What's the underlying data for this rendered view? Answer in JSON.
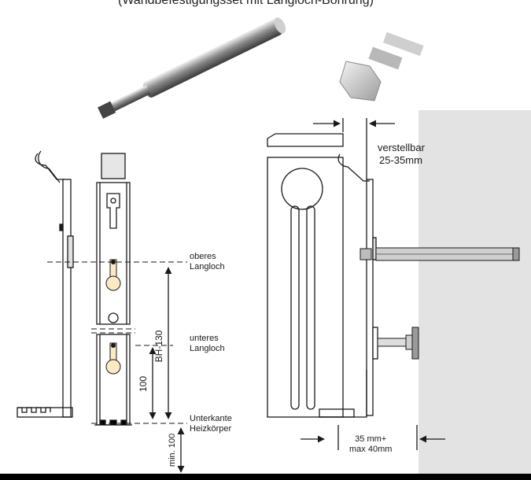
{
  "caption": "(Wandbefestigungsset mit Langloch-Bohrung)",
  "labels": {
    "oberes_langloch": [
      "oberes",
      "Langloch"
    ],
    "unteres_langloch": [
      "unteres",
      "Langloch"
    ],
    "unterkante_heizkoerper": [
      "Unterkante",
      "Heizkörper"
    ],
    "verstellbar": [
      "verstellbar",
      "25-35mm"
    ],
    "abstand": [
      "35 mm+",
      "max 40mm"
    ]
  },
  "dimensions": {
    "bh_minus_130": "BH-130",
    "hundred": "100",
    "min_hundred": "min. 100"
  },
  "colors": {
    "wall": "#e3e3e3",
    "line": "#1a1a1a",
    "metal": "#9a9a9a",
    "hole_fill": "#fde9c4",
    "cap": "#cfcfcf"
  }
}
